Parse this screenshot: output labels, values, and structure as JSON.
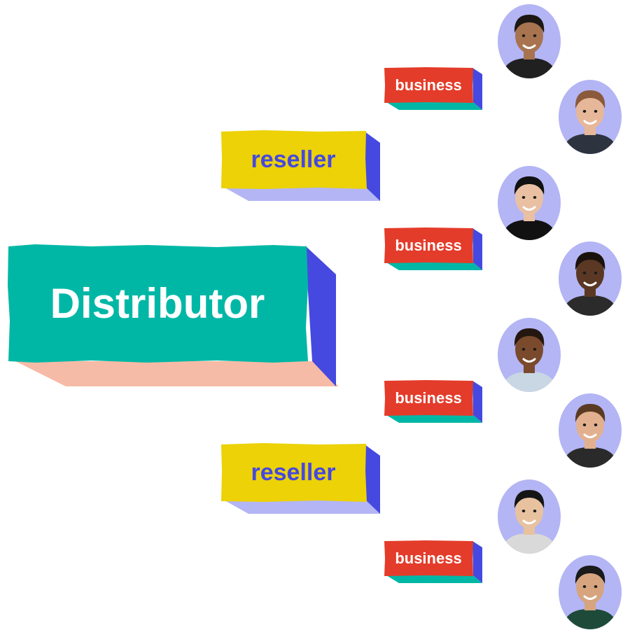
{
  "distributor": {
    "label": "Distributor",
    "colors": {
      "face": "#00b7a6",
      "side": "#4549e0",
      "shadow": "#f6bba6",
      "text": "#ffffff"
    }
  },
  "resellers": [
    {
      "label": "reseller"
    },
    {
      "label": "reseller"
    }
  ],
  "reseller_colors": {
    "face": "#ecd206",
    "side": "#4549e0",
    "shadow": "#b3b5f5",
    "text": "#4549e0"
  },
  "businesses": [
    {
      "label": "business"
    },
    {
      "label": "business"
    },
    {
      "label": "business"
    },
    {
      "label": "business"
    }
  ],
  "business_colors": {
    "face": "#e43c2a",
    "side": "#4549e0",
    "shadow": "#00b7a6",
    "text": "#ffffff"
  },
  "avatars": [
    {
      "icon": "person-photo-icon",
      "skin": "#a8734f",
      "hair": "#1c1714",
      "shirt": "#202020"
    },
    {
      "icon": "person-photo-icon",
      "skin": "#e7b79a",
      "hair": "#8a5a3b",
      "shirt": "#2e3340"
    },
    {
      "icon": "person-photo-icon",
      "skin": "#e9c0a2",
      "hair": "#111111",
      "shirt": "#111111"
    },
    {
      "icon": "person-photo-icon",
      "skin": "#5a3823",
      "hair": "#1a120d",
      "shirt": "#2b2b2b"
    },
    {
      "icon": "person-photo-icon",
      "skin": "#7a4a2c",
      "hair": "#241710",
      "shirt": "#c8d7e3"
    },
    {
      "icon": "person-photo-icon",
      "skin": "#e3b08f",
      "hair": "#5a3a22",
      "shirt": "#2a2a2a"
    },
    {
      "icon": "person-photo-icon",
      "skin": "#e8c29f",
      "hair": "#151515",
      "shirt": "#d9d9d9"
    },
    {
      "icon": "person-photo-icon",
      "skin": "#d6a47e",
      "hair": "#1a1a1a",
      "shirt": "#1e4a3a"
    }
  ],
  "avatar_background": "#b3b5f5"
}
